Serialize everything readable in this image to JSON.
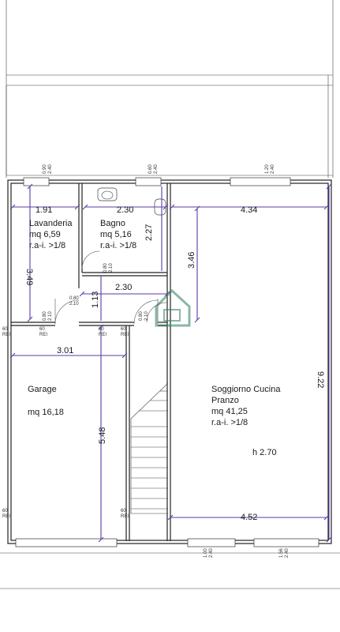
{
  "rooms": {
    "lavanderia": {
      "name": "Lavanderia",
      "area": "mq 6,59",
      "ratio": "r.a-i. >1/8"
    },
    "bagno": {
      "name": "Bagno",
      "area": "mq 5,16",
      "ratio": "r.a-i. >1/8"
    },
    "garage": {
      "name": "Garage",
      "area": "mq 16,18"
    },
    "soggiorno": {
      "name_line1": "Soggiorno Cucina",
      "name_line2": "Pranzo",
      "area": "mq 41,25",
      "ratio": "r.a-i. >1/8",
      "height": "h 2.70"
    }
  },
  "dimensions": {
    "lavanderia_width": "1.91",
    "bagno_width": "2.30",
    "soggiorno_top_width": "4.34",
    "lavanderia_height": "3.49",
    "bagno_height": "2.27",
    "soggiorno_inner_height": "3.46",
    "corridor_width": "2.30",
    "corridor_height": "1.13",
    "garage_width": "3.01",
    "garage_height": "5.48",
    "soggiorno_height": "9.22",
    "soggiorno_bottom_width": "4.52"
  },
  "openings": {
    "win_top_left": {
      "w": "0.90",
      "h": "2.40"
    },
    "win_top_mid": {
      "w": "0.60",
      "h": "2.40"
    },
    "win_top_right": {
      "w": "1.20",
      "h": "2.40"
    },
    "door_bagno": {
      "w": "0.80",
      "h": "2.10"
    },
    "door_corridor_left": {
      "w": "0.80",
      "h": "2.10"
    },
    "door_lav": {
      "w": "0.80",
      "h": "2.10"
    },
    "door_soggiorno": {
      "w": "0.80",
      "h": "2.10"
    },
    "win_bottom_mid": {
      "w": "1.00",
      "h": "2.40"
    },
    "win_bottom_right": {
      "w": "1.56",
      "h": "2.40"
    },
    "rei_labels": [
      "60",
      "REI"
    ]
  },
  "colors": {
    "dimension": "#5b3aa8",
    "wall": "#222222",
    "watermark": "#2e7d5b"
  }
}
